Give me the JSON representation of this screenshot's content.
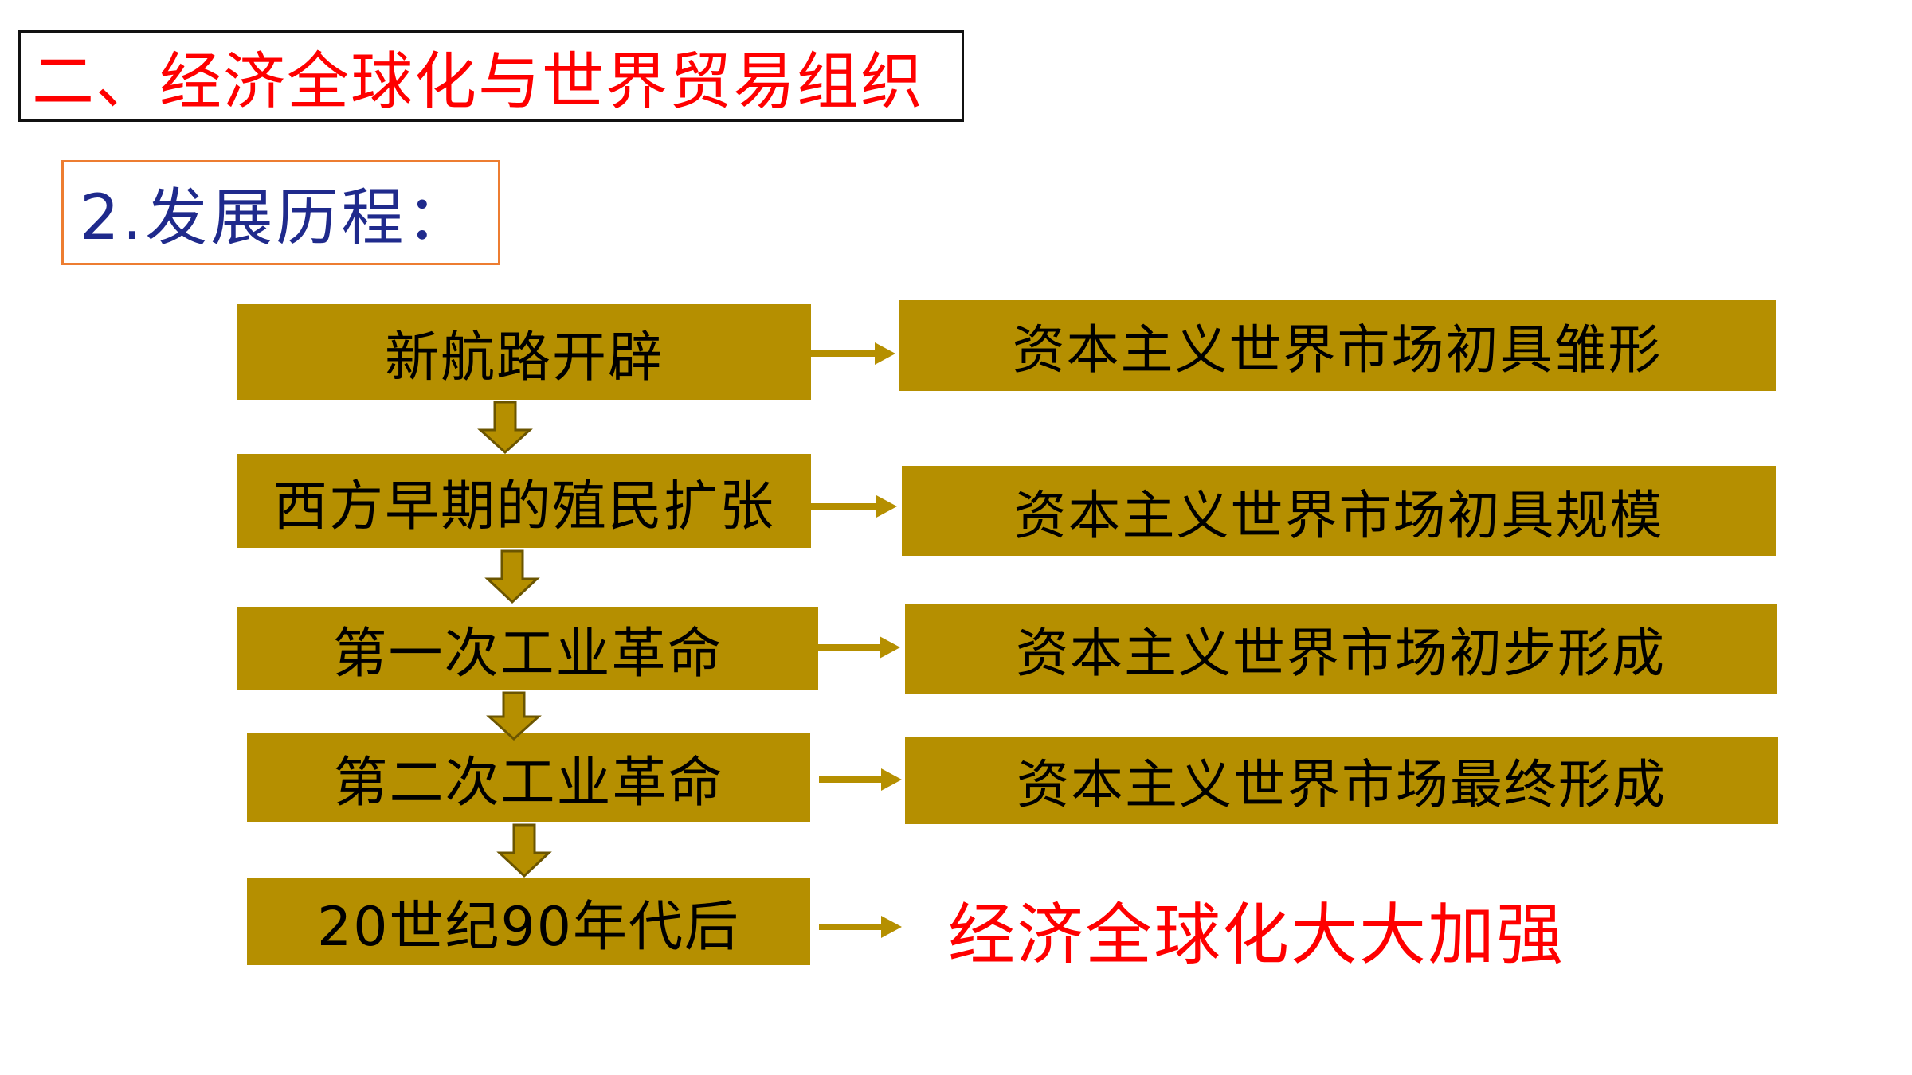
{
  "title": "二、经济全球化与世界贸易组织",
  "subtitle": "2.发展历程：",
  "stages": [
    {
      "left": "新航路开辟",
      "right": "资本主义世界市场初具雏形"
    },
    {
      "left": "西方早期的殖民扩张",
      "right": "资本主义世界市场初具规模"
    },
    {
      "left": "第一次工业革命",
      "right": "资本主义世界市场初步形成"
    },
    {
      "left": "第二次工业革命",
      "right": "资本主义世界市场最终形成"
    },
    {
      "left": "20世纪90年代后",
      "right": "经济全球化大大加强"
    }
  ],
  "colors": {
    "box_fill": "#b58f00",
    "title_text": "#ff0000",
    "subtitle_text": "#1f2a8c",
    "subtitle_border": "#ed7d31",
    "conclusion_text": "#ff0000"
  }
}
